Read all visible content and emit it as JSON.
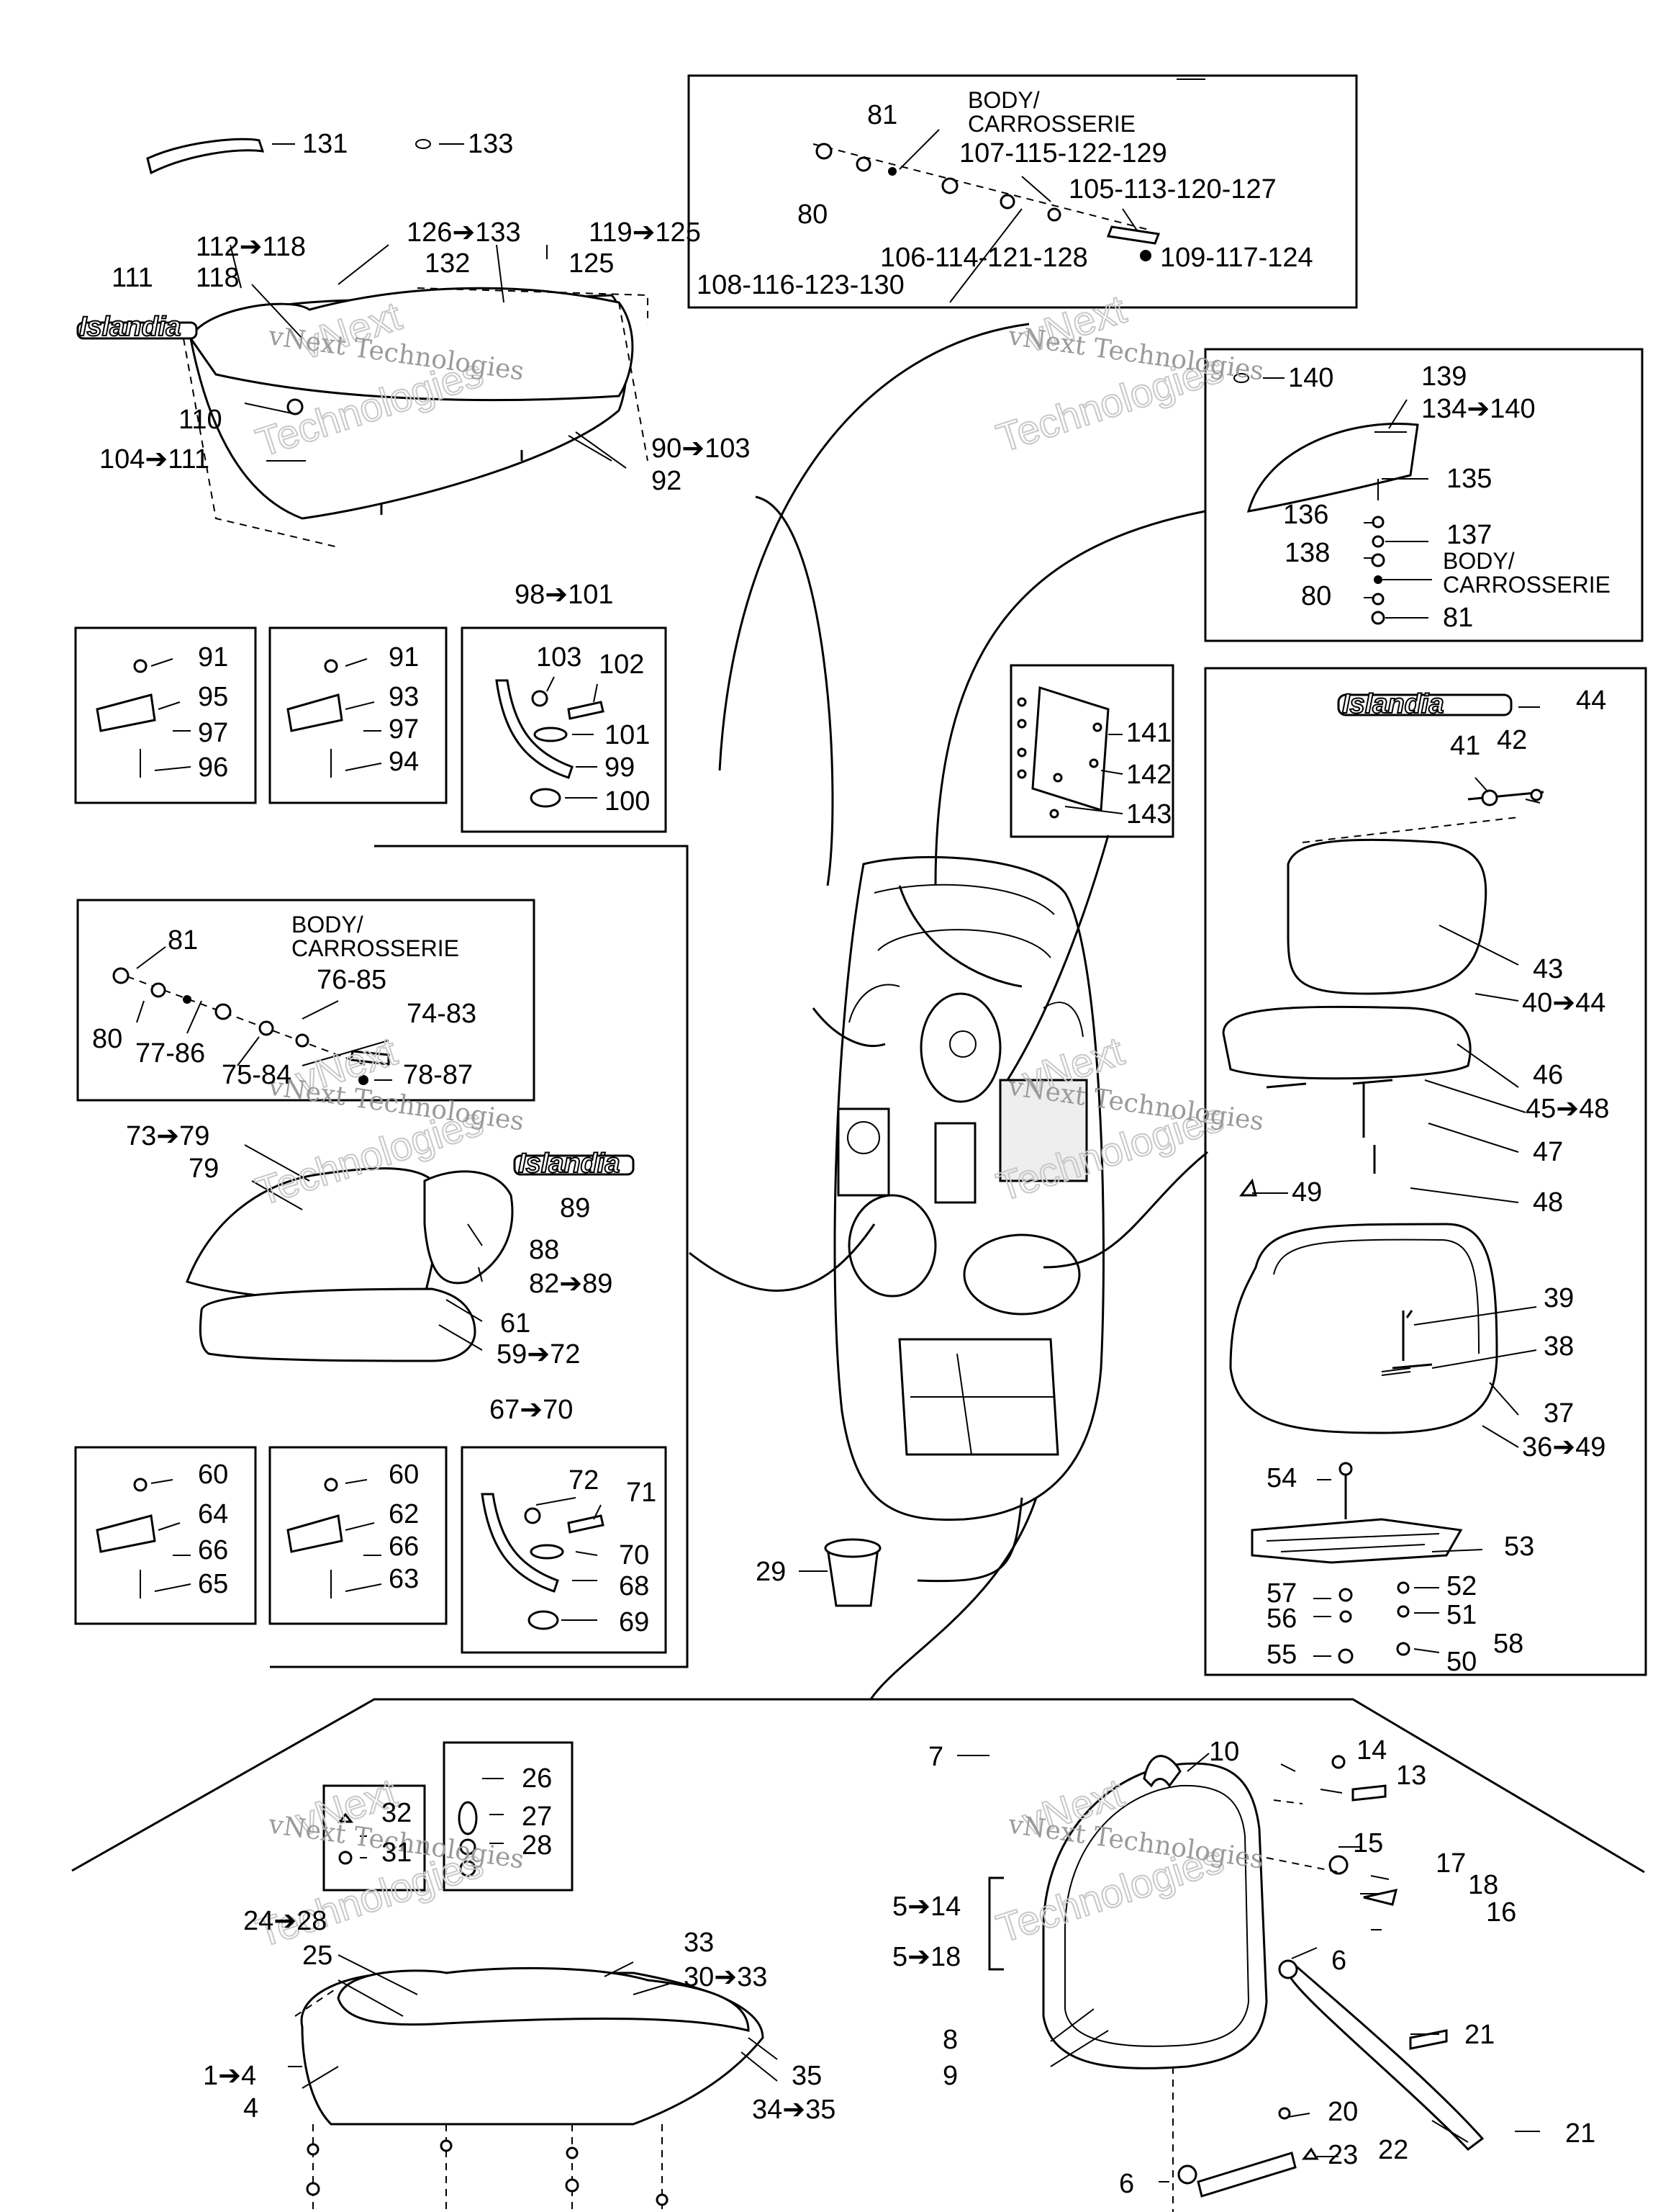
{
  "watermark": {
    "line1": "vNext Technologies",
    "line2": "Technologies",
    "line3": "vNext"
  },
  "logo_text": "Islandia",
  "labels": {
    "l131": "131",
    "l133": "133",
    "l126_133": "126➔133",
    "l119_125": "119➔125",
    "l112_118": "112➔118",
    "l111": "111",
    "l118": "118",
    "l132": "132",
    "l125": "125",
    "l110": "110",
    "l104_111": "104➔111",
    "l90_103": "90➔103",
    "l92": "92",
    "l98_101": "98➔101",
    "l91a": "91",
    "l95": "95",
    "l97a": "97",
    "l96": "96",
    "l91b": "91",
    "l93": "93",
    "l97b": "97",
    "l94": "94",
    "l103": "103",
    "l102": "102",
    "l101": "101",
    "l99": "99",
    "l100": "100",
    "t81": "81",
    "t80": "80",
    "t_body": "BODY/",
    "t_carr": "CARROSSERIE",
    "t107": "107-115-122-129",
    "t105": "105-113-120-127",
    "t106": "106-114-121-128",
    "t109": "109-117-124",
    "t108": "108-116-123-130",
    "r140": "140",
    "r139": "139",
    "r134_140": "134➔140",
    "r135": "135",
    "r136": "136",
    "r137": "137",
    "r138": "138",
    "r_body": "BODY/",
    "r_carr": "CARROSSERIE",
    "r80": "80",
    "r81": "81",
    "r141": "141",
    "r142": "142",
    "r143": "143",
    "s44": "44",
    "s41": "41",
    "s42": "42",
    "s43": "43",
    "s40_44": "40➔44",
    "s46": "46",
    "s45_48": "45➔48",
    "s47": "47",
    "s48": "48",
    "s49": "49",
    "s39": "39",
    "s38": "38",
    "s37": "37",
    "s36_49": "36➔49",
    "s54": "54",
    "s53": "53",
    "s57": "57",
    "s52": "52",
    "s56": "56",
    "s51": "51",
    "s55": "55",
    "s50": "50",
    "s58": "58",
    "m81": "81",
    "m_body": "BODY/",
    "m_carr": "CARROSSERIE",
    "m76": "76-85",
    "m74": "74-83",
    "m80": "80",
    "m77": "77-86",
    "m75": "75-84",
    "m78": "78-87",
    "m73_79": "73➔79",
    "m79": "79",
    "m89": "89",
    "m88": "88",
    "m82_89": "82➔89",
    "m61": "61",
    "m59_72": "59➔72",
    "m67_70": "67➔70",
    "m60a": "60",
    "m64": "64",
    "m66a": "66",
    "m65": "65",
    "m60b": "60",
    "m62": "62",
    "m66b": "66",
    "m63": "63",
    "m72": "72",
    "m71": "71",
    "m70": "70",
    "m68": "68",
    "m69": "69",
    "c29": "29",
    "b26": "26",
    "b27": "27",
    "b28": "28",
    "b32": "32",
    "b31": "31",
    "b24_28": "24➔28",
    "b25": "25",
    "b33": "33",
    "b30_33": "30➔33",
    "b1_4": "1➔4",
    "b4": "4",
    "b35": "35",
    "b34_35": "34➔35",
    "d7": "7",
    "d10": "10",
    "d14": "14",
    "d13": "13",
    "d15": "15",
    "d17": "17",
    "d18": "18",
    "d16": "16",
    "d5_14": "5➔14",
    "d5_18": "5➔18",
    "d6a": "6",
    "d8": "8",
    "d9": "9",
    "d21a": "21",
    "d20": "20",
    "d23": "23",
    "d21b": "21",
    "d22": "22",
    "d6b": "6"
  }
}
